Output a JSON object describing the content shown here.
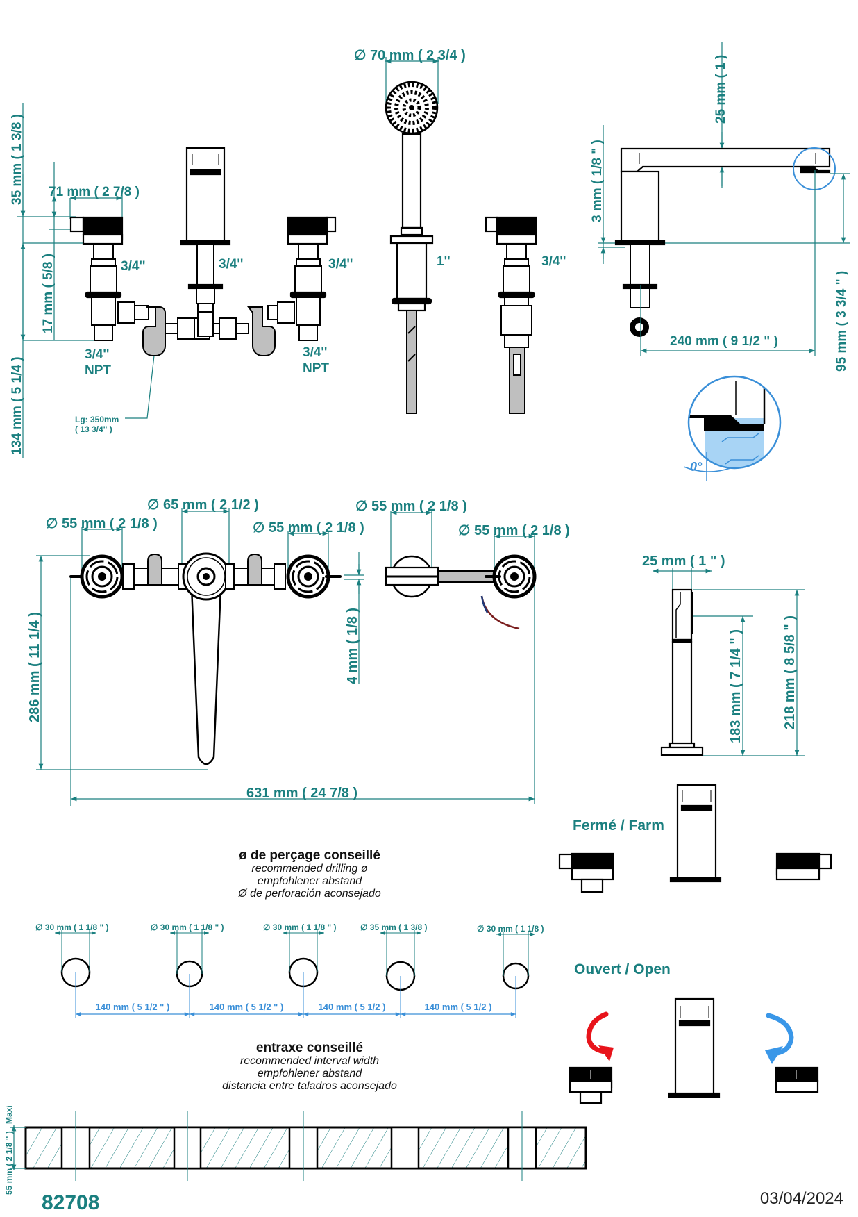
{
  "document": {
    "reference": "82708",
    "date": "03/04/2024",
    "colors": {
      "dimension": "#1a7f7f",
      "spacing_dimension": "#3a8fd8",
      "hot": "#e8141b",
      "cold": "#3a97e8",
      "outline": "#000000"
    }
  },
  "front_view": {
    "dims": {
      "handle_height": "35 mm ( 1 3/8 )",
      "handle_width": "71 mm ( 2 7/8 )",
      "deck_thickness": "17 mm ( 5/8 )",
      "below_deck": "134 mm ( 5 1/4 )"
    },
    "thread_labels": [
      "3/4''",
      "3/4''",
      "3/4''",
      "1''",
      "3/4''"
    ],
    "npt_labels": [
      {
        "size": "3/4''",
        "type": "NPT"
      },
      {
        "size": "3/4''",
        "type": "NPT"
      }
    ],
    "hose_note": {
      "length": "Lg: 350mm",
      "length_in": "( 13 3/4'' )"
    },
    "handshower_diameter": "∅ 70 mm ( 2 3/4 )"
  },
  "side_view": {
    "dims": {
      "spout_thickness": "25 mm ( 1 )",
      "base_plate": "3 mm ( 1/8 \" )",
      "reach": "240 mm ( 9 1/2 \" )",
      "spout_height": "95 mm ( 3 3/4 \" )"
    },
    "detail_angle": "0°"
  },
  "top_view": {
    "dims": {
      "left_handle": "∅ 55 mm ( 2 1/8 )",
      "spout": "∅ 65 mm ( 2 1/2 )",
      "right_handle": "∅ 55 mm ( 2 1/8 )",
      "shower_base": "∅ 55 mm ( 2 1/8 )",
      "shower_handle": "∅ 55 mm ( 2 1/8 )",
      "depth": "286 mm ( 11 1/4 )",
      "lever_offset": "4 mm ( 1/8 )",
      "overall_width": "631 mm ( 24 7/8 )"
    }
  },
  "handshower_view": {
    "dims": {
      "width": "25 mm ( 1 \" )",
      "holder_height": "183 mm ( 7 1/4 \" )",
      "total_height": "218 mm ( 8 5/8 \" )"
    }
  },
  "operation": {
    "closed_label": "Fermé / Farm",
    "open_label": "Ouvert / Open"
  },
  "drilling": {
    "title": "ø de perçage conseillé",
    "subtitles": [
      "recommended drilling ø",
      "empfohlener abstand",
      "Ø de perforación aconsejado"
    ],
    "holes": [
      {
        "label": "∅ 30 mm ( 1 1/8 \" )"
      },
      {
        "label": "∅ 30 mm ( 1 1/8 \" )"
      },
      {
        "label": "∅ 30 mm ( 1 1/8 \" )"
      },
      {
        "label": "∅ 35 mm ( 1 3/8 )"
      },
      {
        "label": "∅ 30 mm ( 1 1/8 )"
      }
    ],
    "spacings": [
      "140 mm ( 5 1/2 \" )",
      "140 mm ( 5 1/2 \" )",
      "140 mm ( 5 1/2 )",
      "140 mm ( 5 1/2 )"
    ]
  },
  "interval": {
    "title": "entraxe conseillé",
    "subtitles": [
      "recommended interval width",
      "empfohlener abstand",
      "distancia entre taladros aconsejado"
    ],
    "max_thickness": "55 mm ( 2 1/8 \" )",
    "max_label": "Maxi"
  }
}
